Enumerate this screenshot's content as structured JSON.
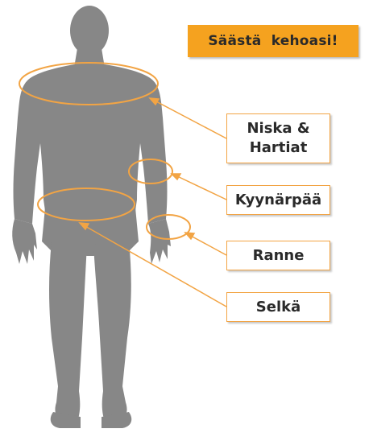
{
  "banner": {
    "text": "Säästä  kehoasi!"
  },
  "labels": {
    "niska_line1": "Niska &",
    "niska_line2": "Hartiat",
    "kyynarpaa": "Kyynärpää",
    "ranne": "Ranne",
    "selka": "Selkä"
  },
  "colors": {
    "accent": "#f5a21f",
    "outline": "#f2a444",
    "figure": "#878787",
    "text": "#2a2a2a"
  }
}
